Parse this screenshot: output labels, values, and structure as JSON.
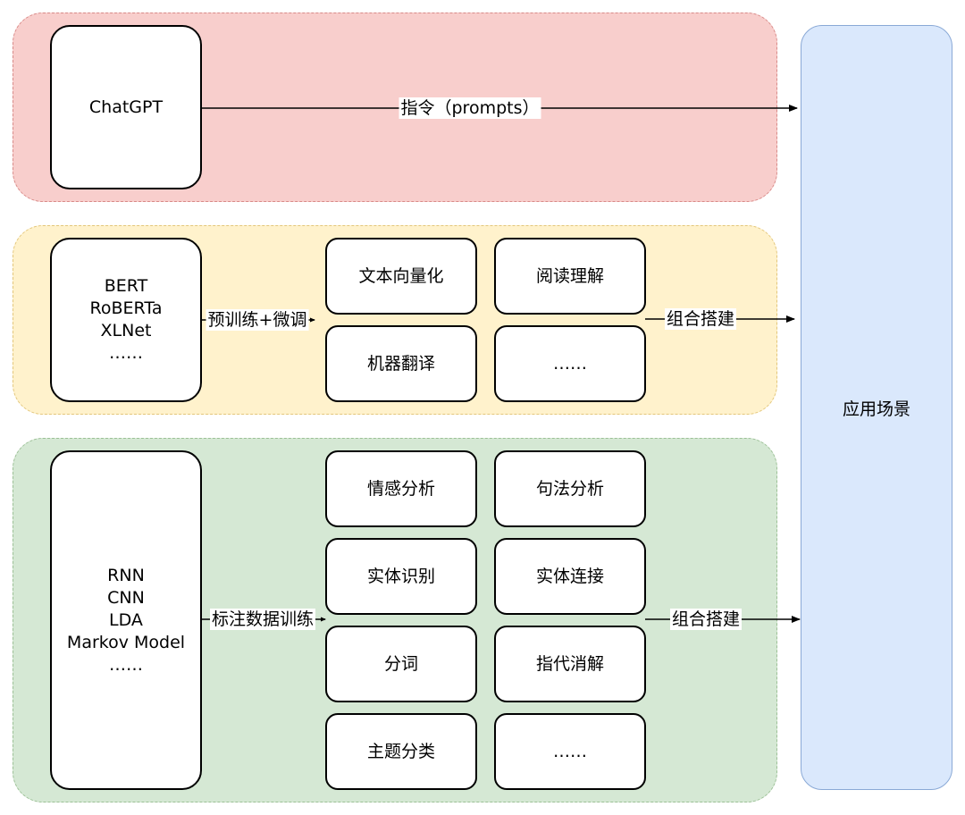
{
  "scene": {
    "label": "应用场景"
  },
  "tier1": {
    "model": "ChatGPT",
    "edge_label": "指令（prompts）"
  },
  "tier2": {
    "models": [
      "BERT",
      "RoBERTa",
      "XLNet",
      "……"
    ],
    "train_label": "预训练+微调",
    "tasks": [
      "文本向量化",
      "阅读理解",
      "机器翻译",
      "……"
    ],
    "combine_label": "组合搭建"
  },
  "tier3": {
    "models": [
      "RNN",
      "CNN",
      "LDA",
      "Markov Model",
      "……"
    ],
    "train_label": "标注数据训练",
    "tasks": [
      "情感分析",
      "句法分析",
      "实体识别",
      "实体连接",
      "分词",
      "指代消解",
      "主题分类",
      "……"
    ],
    "combine_label": "组合搭建"
  }
}
